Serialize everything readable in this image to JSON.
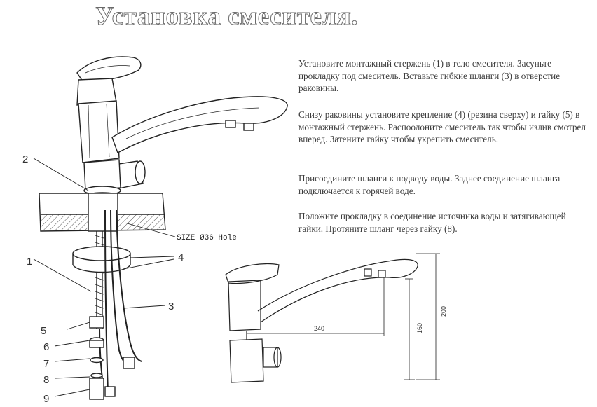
{
  "title": "Установка смесителя.",
  "instructions": [
    "Установите монтажный стержень (1) в тело смесителя. Засуньте прокладку под смеситель. Вставьте гибкие шланги (3) в отверстие раковины.",
    "Снизу раковины установите крепление (4) (резина сверху) и гайку (5) в монтажный стержень. Распоолоните смеситель так чтобы излив смотрел вперед. Затените гайку чтобы укрепить смеситель.",
    "Присоедините шланги к подводу воды. Заднее соединение шланга подключается к горячей воде.",
    "Положите прокладку в соединение источника воды и затягивающей гайки. Протяните шланг через гайку (8)."
  ],
  "hole_label": "SIZE Ø36 Hole",
  "part_labels": {
    "p1": "1",
    "p2": "2",
    "p3": "3",
    "p4": "4",
    "p5": "5",
    "p6": "6",
    "p7": "7",
    "p8": "8",
    "p9": "9"
  },
  "dimensions": {
    "spout": "240",
    "height_inner": "160",
    "height_total": "200"
  },
  "colors": {
    "ink": "#2a2a2a",
    "paper": "#ffffff"
  }
}
